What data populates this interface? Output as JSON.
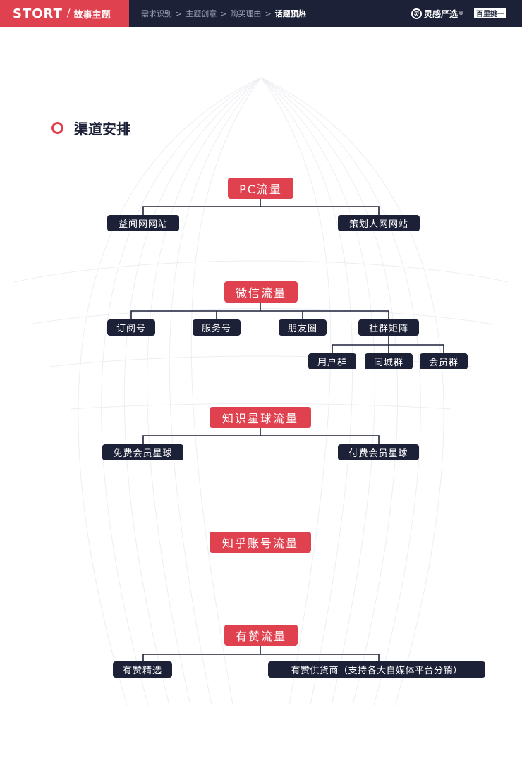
{
  "header": {
    "brand": "STORT",
    "brand_sep": "/",
    "brand_sub": "故事主题",
    "breadcrumbs": [
      "需求识别",
      "主题创意",
      "购买理由",
      "话题预热"
    ],
    "crumb_sep": ">",
    "logo_mark": "灵",
    "logo_text": "灵感严选",
    "logo_reg": "®",
    "badge": "百里挑一"
  },
  "section": {
    "title": "渠道安排"
  },
  "diagram": {
    "pc": {
      "root": "PC流量",
      "children": [
        "益闻网网站",
        "策划人网网站"
      ]
    },
    "wechat": {
      "root": "微信流量",
      "children": [
        "订阅号",
        "服务号",
        "朋友圈",
        "社群矩阵"
      ],
      "sub_children": [
        "用户群",
        "同城群",
        "会员群"
      ]
    },
    "planet": {
      "root": "知识星球流量",
      "children": [
        "免费会员星球",
        "付费会员星球"
      ]
    },
    "zhihu": {
      "root": "知乎账号流量"
    },
    "youzan": {
      "root": "有赞流量",
      "children": [
        "有赞精选",
        "有赞供货商（支持各大自媒体平台分销）"
      ]
    }
  },
  "colors": {
    "accent": "#e0414f",
    "navy": "#1d2138",
    "background": "#ffffff"
  }
}
